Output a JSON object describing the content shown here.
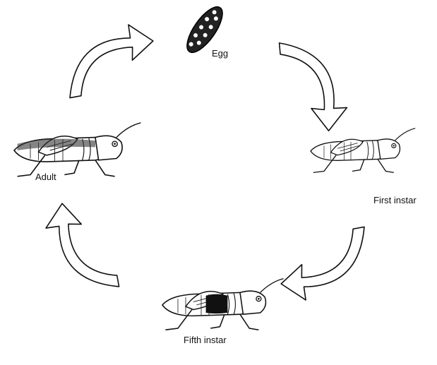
{
  "stages": {
    "egg": "Egg",
    "first_instar": "First instar",
    "fifth_instar": "Fifth instar",
    "adult": "Adult"
  },
  "icons": [
    "egg-icon",
    "first-instar-grasshopper-icon",
    "fifth-instar-grasshopper-icon",
    "adult-grasshopper-icon",
    "cycle-arrow-icon"
  ],
  "colors": {
    "ink": "#111111",
    "background": "#ffffff"
  }
}
